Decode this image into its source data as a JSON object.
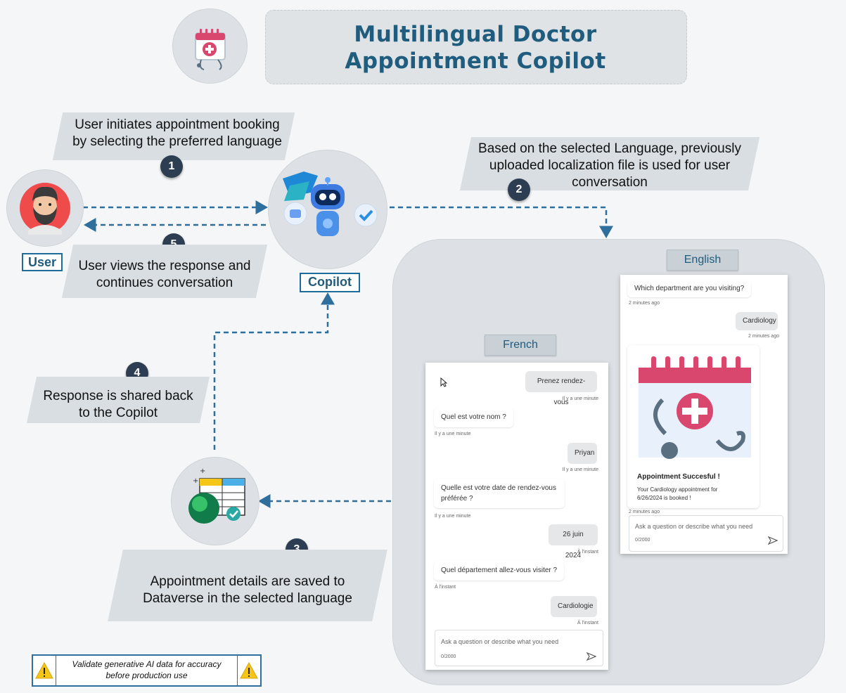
{
  "title": {
    "line1": "Multilingual Doctor",
    "line2": "Appointment Copilot"
  },
  "steps": {
    "s1": {
      "num": "1",
      "line1": "User initiates appointment booking",
      "line2": "by selecting the preferred language"
    },
    "s2": {
      "num": "2",
      "line1": "Based on the selected Language, previously",
      "line2": "uploaded localization file is used for user",
      "line3": "conversation"
    },
    "s3": {
      "num": "3",
      "line1": "Appointment details are saved to",
      "line2": "Dataverse in the selected language"
    },
    "s4": {
      "num": "4",
      "line1": "Response is shared back",
      "line2": "to the Copilot"
    },
    "s5": {
      "num": "5",
      "line1": "User views the response and",
      "line2": "continues conversation"
    }
  },
  "labels": {
    "user": "User",
    "copilot": "Copilot"
  },
  "english": {
    "tab": "English",
    "q1": "Which department are you visiting?",
    "t1": "2 minutes ago",
    "a1": "Cardiology",
    "t2": "2 minutes ago",
    "card_title": "Appointment Succesful !",
    "card_text1": "Your Cardiology appointment for",
    "card_text2": "6/26/2024 is booked !",
    "t3": "2 minutes ago",
    "placeholder": "Ask a question or describe what you need",
    "counter": "0/2000"
  },
  "french": {
    "tab": "French",
    "m1": "Prenez rendez-vous",
    "t1": "Il y a une minute",
    "m2": "Quel est votre nom ?",
    "t2": "Il y a une minute",
    "m3": "Priyan",
    "t3": "Il y a une minute",
    "m4a": "Quelle est votre date de rendez-vous",
    "m4b": "préférée ?",
    "t4": "Il y a une minute",
    "m5": "26 juin 2024",
    "t5": "À l'instant",
    "m6": "Quel département allez-vous visiter ?",
    "t6": "À l'instant",
    "m7": "Cardiologie",
    "t7": "À l'instant",
    "placeholder": "Ask a question or describe what you need",
    "counter": "0/2000"
  },
  "warning": {
    "line1": "Validate generative AI data for accuracy",
    "line2": "before production use"
  },
  "colors": {
    "title": "#1f5c7d",
    "arrow": "#2e6f9e",
    "badge": "#2d3e52",
    "calendar": "#d9466e"
  }
}
